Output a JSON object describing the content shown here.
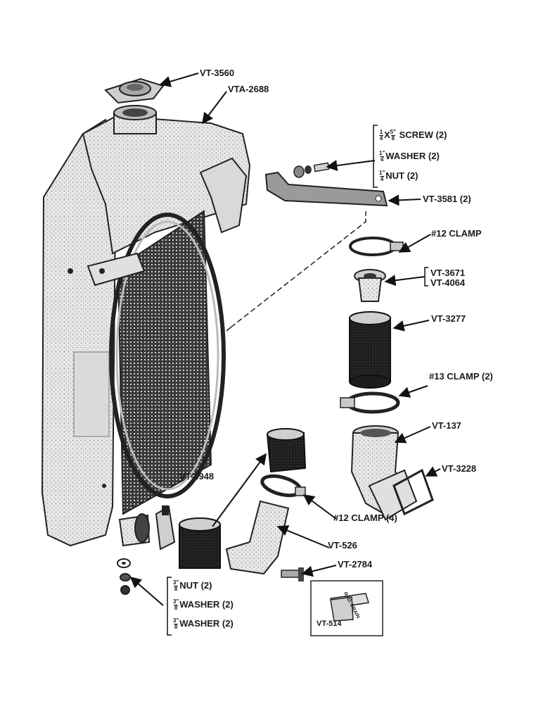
{
  "parts": {
    "cap": "VT-3560",
    "radiator": "VTA-2688",
    "screw_frac": {
      "num": "1",
      "den": "4"
    },
    "screw_text": "X",
    "screw_len": {
      "num": "5\"",
      "den": "8"
    },
    "screw_rest": "SCREW (2)",
    "washer_frac": {
      "num": "1\"",
      "den": "4"
    },
    "washer_rest": "WASHER (2)",
    "nut_frac": {
      "num": "1\"",
      "den": "4"
    },
    "nut_rest": "NUT (2)",
    "bracket": "VT-3581 (2)",
    "clamp12_top": "#12 CLAMP",
    "thermostat_a": "VT-3671",
    "thermostat_b": "VT-4064",
    "hose_top": "VT-3277",
    "clamp13": "#13 CLAMP (2)",
    "outlet": "VT-137",
    "gasket": "VT-3228",
    "hose_lower": "VT-4948",
    "clamp12_four": "#12 CLAMP (4)",
    "elbow": "VT-526",
    "drain": "VT-2784",
    "wrench": "VT-514",
    "wrench_tag": "RAD. DRAIN",
    "bot_nut_frac": {
      "num": "3\"",
      "den": "8"
    },
    "bot_nut_rest": "NUT (2)",
    "bot_washer1_frac": {
      "num": "3\"",
      "den": "8"
    },
    "bot_washer1_rest": "WASHER (2)",
    "bot_washer2_frac": {
      "num": "3\"",
      "den": "8"
    },
    "bot_washer2_rest": "WASHER (2)"
  }
}
